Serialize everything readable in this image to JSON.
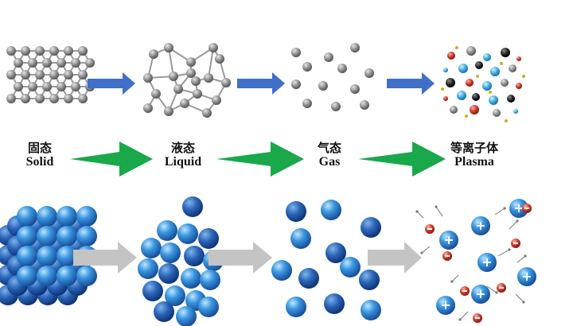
{
  "states": [
    {
      "cn": "固态",
      "en": "Solid"
    },
    {
      "cn": "液态",
      "en": "Liquid"
    },
    {
      "cn": "气态",
      "en": "Gas"
    },
    {
      "cn": "等离子体",
      "en": "Plasma"
    }
  ],
  "colors": {
    "molecule_gray": "#8a8a8a",
    "bond_gray": "#9a9a9a",
    "arrow_blue": "#3f6fc8",
    "arrow_green": "#19a84a",
    "sphere_blue": "#2f86d6",
    "sphere_dark": "#1a55a8",
    "ion_red": "#d23a2a",
    "gray_arrow": "#bdbdbd"
  },
  "icons": [
    "blue-arrow-icon",
    "green-arrow-icon",
    "gray-arrow-icon",
    "plus-sign-icon",
    "minus-sign-icon"
  ]
}
